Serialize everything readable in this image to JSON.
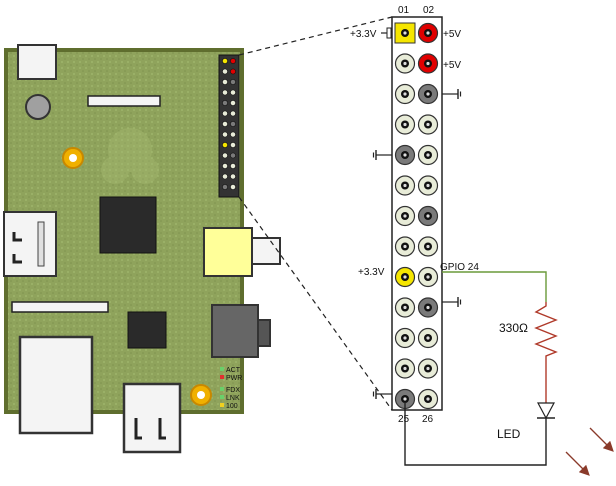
{
  "labels": {
    "pin_01": "01",
    "pin_02": "02",
    "pin_25": "25",
    "pin_26": "26",
    "v33_top": "+3.3V",
    "v5_a": "+5V",
    "v5_b": "+5V",
    "v33_mid": "+3.3V",
    "gpio24": "GPIO 24",
    "resistor": "330Ω",
    "led": "LED",
    "act": "ACT",
    "pwr": "PWR",
    "fdx": "FDX",
    "lnk": "LNK",
    "l100": "100"
  },
  "colors": {
    "board_fill": "#8fa35c",
    "board_edge": "#5f6e2e",
    "chip": "#2a2a2a",
    "pin_yellow": "#f5e600",
    "pin_red": "#e00000",
    "pin_gray": "#7a7a7a",
    "pin_light": "#e8ecd8",
    "wire_green": "#6a9a3a",
    "wire_red": "#b03a2a",
    "audio_yellow": "#ffff99"
  },
  "header": {
    "rows": [
      [
        "yellow",
        "red"
      ],
      [
        "light",
        "red"
      ],
      [
        "light",
        "gray"
      ],
      [
        "light",
        "light"
      ],
      [
        "gray",
        "light"
      ],
      [
        "light",
        "light"
      ],
      [
        "light",
        "gray"
      ],
      [
        "light",
        "light"
      ],
      [
        "yellow",
        "light"
      ],
      [
        "light",
        "gray"
      ],
      [
        "light",
        "light"
      ],
      [
        "light",
        "light"
      ],
      [
        "gray",
        "light"
      ]
    ]
  }
}
